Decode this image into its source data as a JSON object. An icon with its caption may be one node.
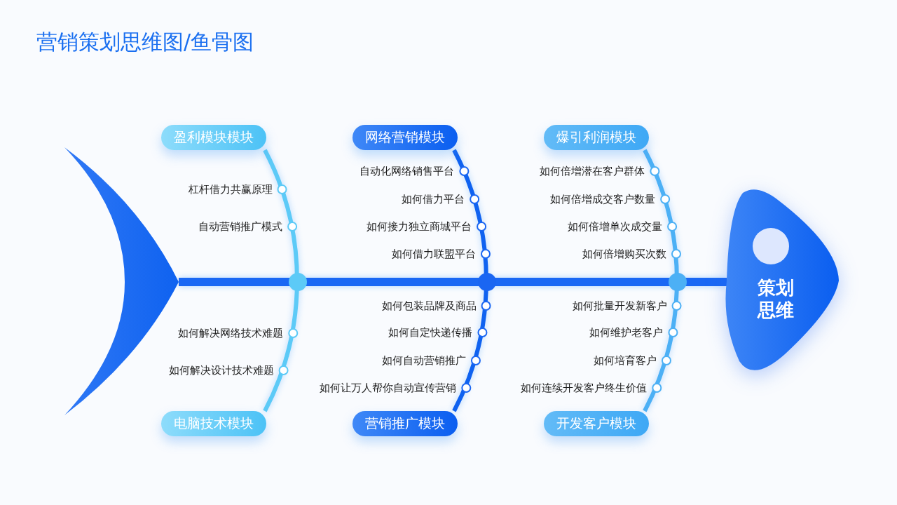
{
  "diagram": {
    "title": "营销策划思维图/鱼骨图",
    "nodes": [
      {
        "text": [
          "盈利模块模块"
        ]
      },
      {
        "text": [
          "网络营销模块"
        ]
      },
      {
        "text": [
          "爆引利润模块"
        ]
      },
      {
        "text": [],
        "shape": "picture"
      },
      {
        "text": [
          "策划思维"
        ]
      },
      {
        "text": [
          "电脑技术模块"
        ]
      },
      {
        "text": [
          "营销推广模块"
        ]
      },
      {
        "text": [
          "开发客户模块"
        ]
      }
    ],
    "edges": [
      {
        "from": 3,
        "to": 4,
        "arrow": "none",
        "style": "thick",
        "color": "#1a68f4"
      },
      {
        "from": 0,
        "to": 5,
        "arrow": "none",
        "color": "#5ccaf7"
      },
      {
        "from": 1,
        "to": 6,
        "arrow": "none",
        "color": "#0f62f0"
      },
      {
        "from": 2,
        "to": 7,
        "arrow": "none",
        "color": "#4cb0f5"
      }
    ],
    "labels": [
      "杠杆借力共赢原理",
      "自动营销推广模式",
      "自动化网络销售平台",
      "如何借力平台",
      "如何接力独立商城平台",
      "如何借力联盟平台",
      "如何倍增潜在客户群体",
      "如何倍增成交客户数量",
      "如何倍增单次成交量",
      "如何倍增购买次数",
      "如何解决网络技术难题",
      "如何解决设计技术难题",
      "如何包装品牌及商品",
      "如何自定快递传播",
      "如何自动营销推广",
      "如何让万人帮你自动宣传营销",
      "如何批量开发新客户",
      "如何维护老客户",
      "如何培育客户",
      "如何连续开发客户终生价值"
    ]
  }
}
